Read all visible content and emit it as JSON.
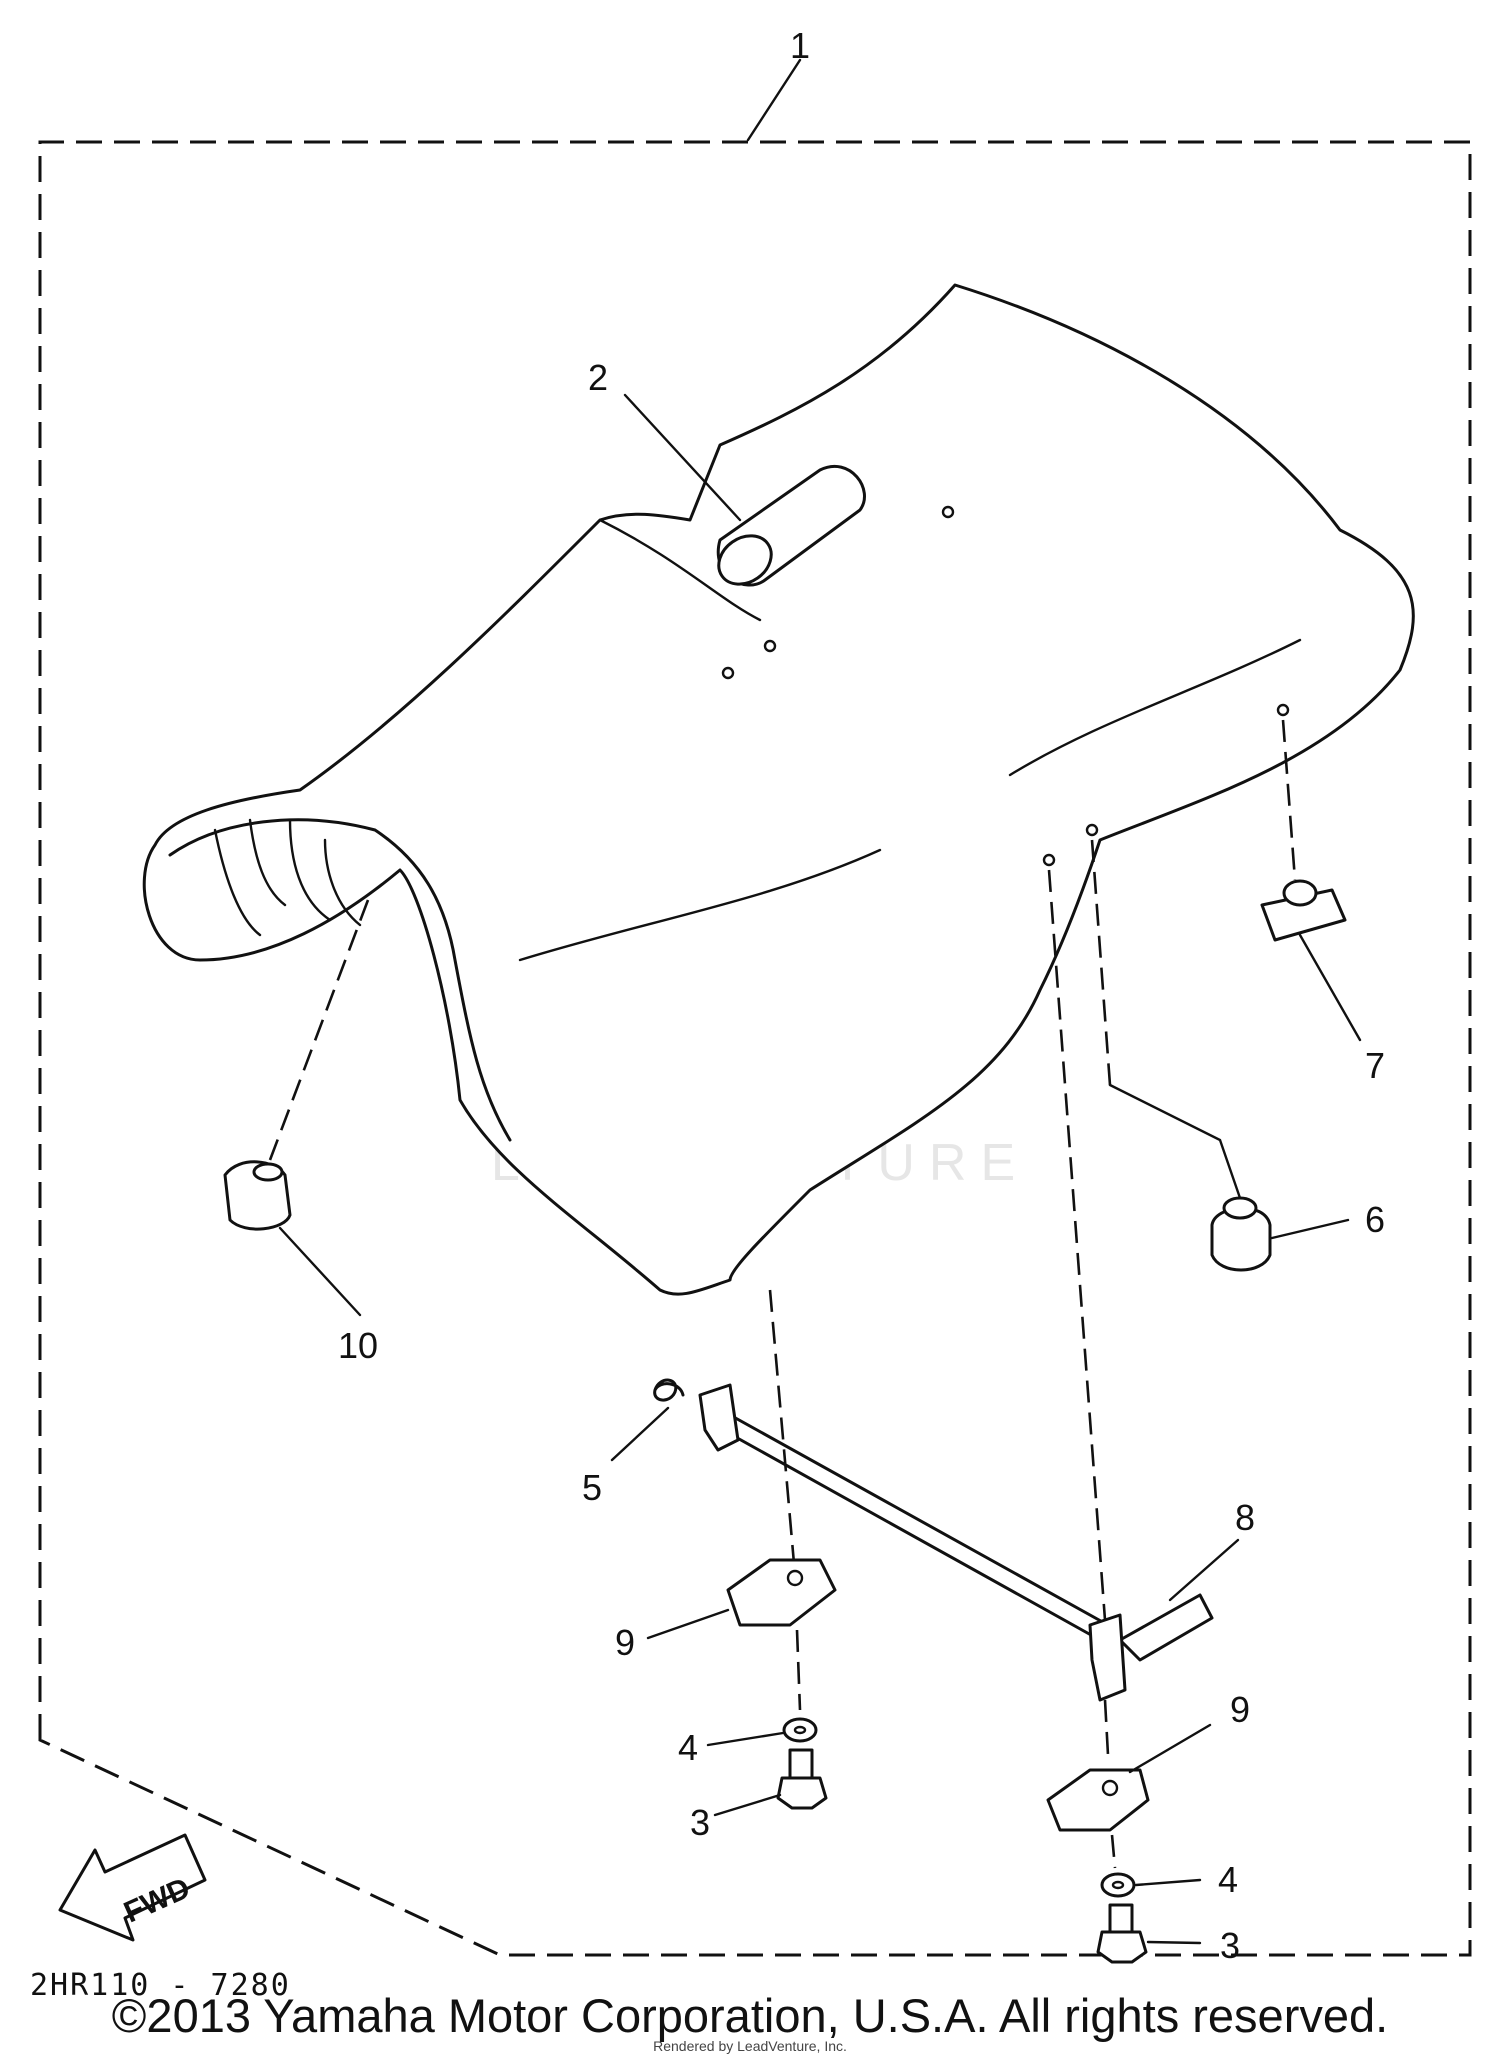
{
  "diagram": {
    "callouts": {
      "c1": "1",
      "c2": "2",
      "c3a": "3",
      "c3b": "3",
      "c4a": "4",
      "c4b": "4",
      "c5": "5",
      "c6": "6",
      "c7": "7",
      "c8": "8",
      "c9a": "9",
      "c9b": "9",
      "c10": "10"
    },
    "fwd_label": "FWD",
    "drawing_code": "2HR110 - 7280",
    "watermark": "LEADVENTURE"
  },
  "footer": {
    "copyright": "©2013 Yamaha Motor Corporation, U.S.A. All rights reserved.",
    "rendered_by": "Rendered by LeadVenture, Inc."
  }
}
